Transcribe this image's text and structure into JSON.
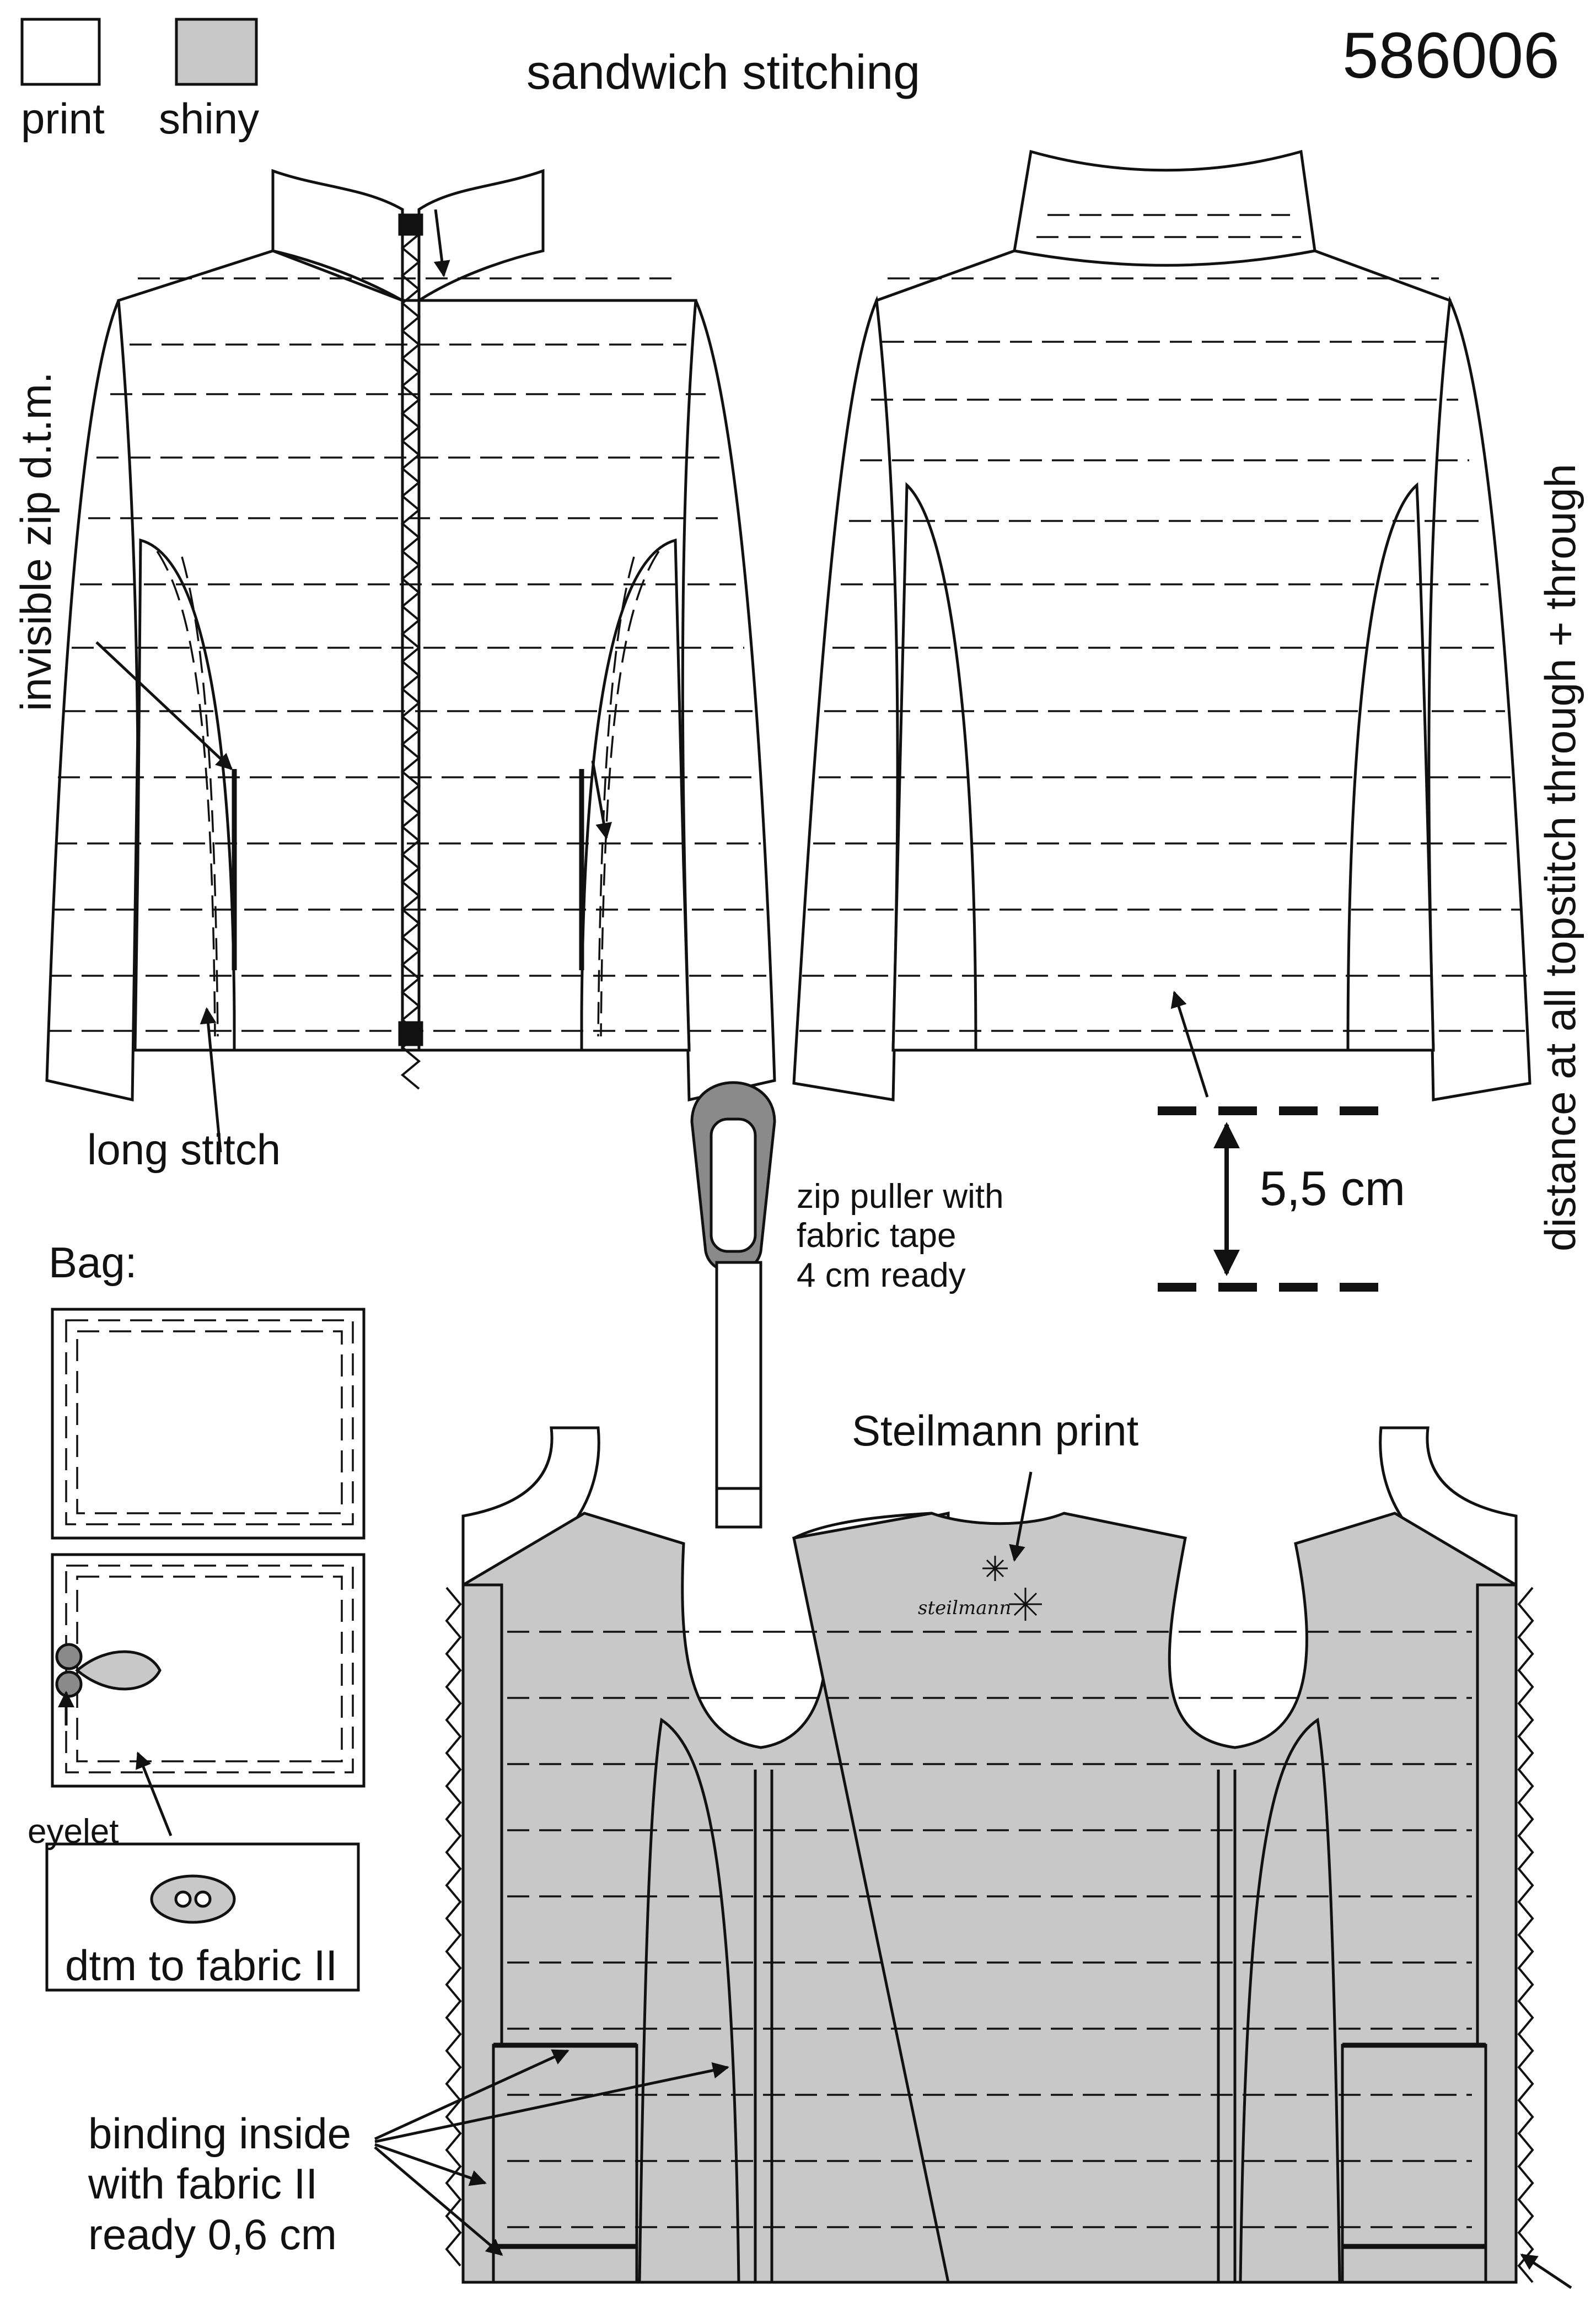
{
  "legend": {
    "items": [
      {
        "label": "print",
        "color": "#ffffff"
      },
      {
        "label": "shiny",
        "color": "#c8c8c8"
      }
    ]
  },
  "title": "sandwich stitching",
  "style_number": "586006",
  "annotations": {
    "invisible_zip": "invisible zip d.t.m.",
    "long_stitch": "long stitch",
    "zip_puller": "zip puller with\nfabric tape\n4 cm ready",
    "measurement": "5,5 cm",
    "topstitch_distance": "distance at all topstitch through + through",
    "bag": "Bag:",
    "eyelet": "eyelet",
    "dtm_fabric": "dtm to fabric II",
    "steilmann_print": "Steilmann print",
    "binding": "binding inside\nwith fabric II\nready 0,6 cm",
    "brand_mark": "steilmann"
  },
  "colors": {
    "line": "#1a1a1a",
    "shiny_fill": "#c8c8c8",
    "print_fill": "#ffffff",
    "zip_gray": "#8a8a8a"
  }
}
